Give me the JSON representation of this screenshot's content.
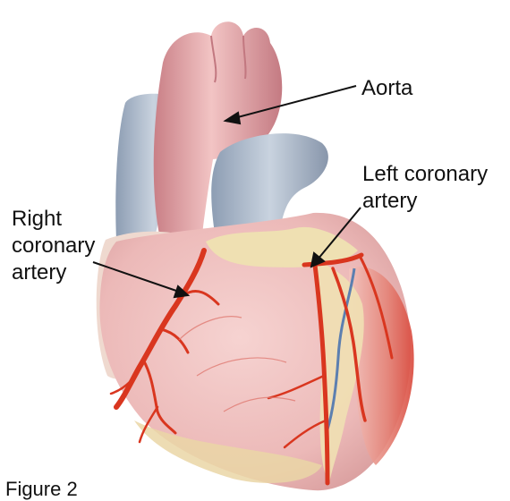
{
  "labels": {
    "aorta": "Aorta",
    "left_coronary_artery": [
      "Left coronary",
      "artery"
    ],
    "right_coronary_artery": [
      "Right",
      "coronary",
      "artery"
    ]
  },
  "caption": "Figure 2",
  "colors": {
    "aorta": "#e8a9ab",
    "veins": "#b5c2d2",
    "heart_muscle": "#f1c9c8",
    "fat": "#efe0b2",
    "artery": "#d9361f",
    "arrow": "#111111"
  }
}
